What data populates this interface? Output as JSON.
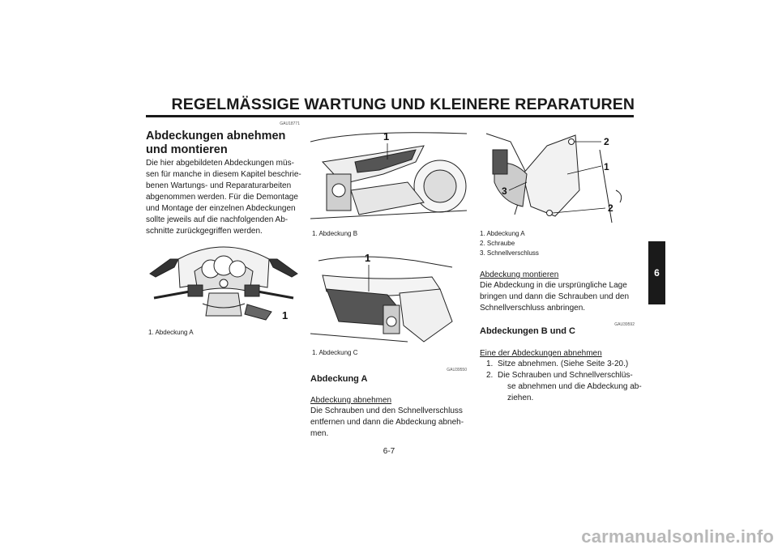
{
  "header": {
    "title": "REGELMÄSSIGE WARTUNG UND KLEINERE REPARATUREN"
  },
  "tab": {
    "label": "6"
  },
  "col1": {
    "code": "GAU18771",
    "heading": "Abdeckungen abnehmen und montieren",
    "intro": [
      "Die hier abgebildeten Abdeckungen müs-",
      "sen für manche in diesem Kapitel beschrie-",
      "benen Wartungs- und Reparaturarbeiten",
      "abgenommen werden. Für die Demontage",
      "und Montage der einzelnen Abdeckungen",
      "sollte jeweils auf die nachfolgenden Ab-",
      "schnitte zurückgegriffen werden."
    ],
    "figure": {
      "callout": "1",
      "caption": "1.  Abdeckung A"
    }
  },
  "col2": {
    "figure_b": {
      "callout": "1",
      "caption": "1.  Abdeckung B"
    },
    "figure_c": {
      "callout": "1",
      "caption": "1.  Abdeckung C"
    },
    "code": "GAU39550",
    "heading": "Abdeckung A",
    "subheading": "Abdeckung abnehmen",
    "body": [
      "Die Schrauben und den Schnellverschluss",
      "entfernen und dann die Abdeckung abneh-",
      "men."
    ]
  },
  "col3": {
    "figure": {
      "callouts": [
        "2",
        "1",
        "3",
        "2"
      ],
      "captions": [
        "1.  Abdeckung A",
        "2.  Schraube",
        "3.  Schnellverschluss"
      ]
    },
    "subheading": "Abdeckung montieren",
    "body": [
      "Die Abdeckung in die ursprüngliche Lage",
      "bringen und dann die Schrauben und den",
      "Schnellverschluss anbringen."
    ],
    "code": "GAU39592",
    "heading2": "Abdeckungen B und C",
    "subheading2": "Eine der Abdeckungen abnehmen",
    "steps": [
      {
        "n": "1.",
        "lines": [
          "Sitze abnehmen. (Siehe Seite 3-20.)"
        ]
      },
      {
        "n": "2.",
        "lines": [
          "Die Schrauben und Schnellverschlüs-",
          "se abnehmen und die Abdeckung ab-",
          "ziehen."
        ]
      }
    ]
  },
  "footer": {
    "page": "6-7",
    "watermark": "carmanualsonline.info"
  }
}
